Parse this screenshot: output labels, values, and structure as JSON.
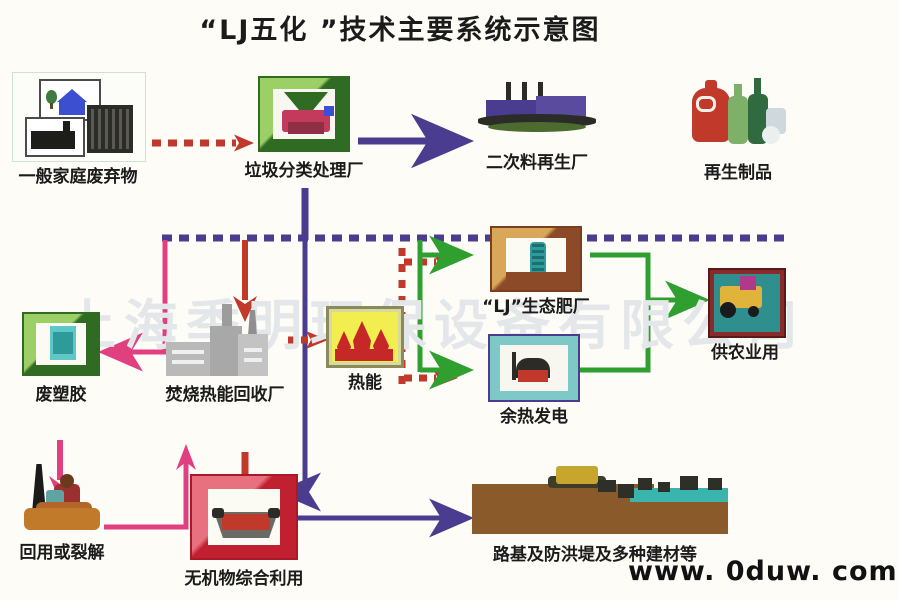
{
  "title": "“LJ五化 ”技术主要系统示意图",
  "watermarks": {
    "company": "上海季明环保设备有限公司",
    "url": "www. 0duw. com"
  },
  "colors": {
    "background": "#fdfcf7",
    "purple": "#4a3d8f",
    "red": "#c0392b",
    "pink": "#e0407f",
    "green": "#2fa02f",
    "title_text": "#1b1b1b",
    "watermark": "#e3e7ea"
  },
  "nodes": [
    {
      "id": "household-waste",
      "label": "一般家庭废弃物",
      "icon": "household-waste-collage-icon"
    },
    {
      "id": "sorting-plant",
      "label": "垃圾分类处理厂",
      "icon": "waste-sorting-plant-icon"
    },
    {
      "id": "secondary-material",
      "label": "二次料再生厂",
      "icon": "recycling-factory-icon"
    },
    {
      "id": "recycled-products",
      "label": "再生制品",
      "icon": "recycled-bottles-icon"
    },
    {
      "id": "waste-plastic",
      "label": "废塑胶",
      "icon": "waste-plastic-icon"
    },
    {
      "id": "incineration-plant",
      "label": "焚烧热能回收厂",
      "icon": "incineration-plant-icon"
    },
    {
      "id": "thermal-energy",
      "label": "热能",
      "icon": "flame-icon"
    },
    {
      "id": "eco-fertilizer-plant",
      "label": "“LJ”生态肥厂",
      "icon": "fertilizer-plant-icon"
    },
    {
      "id": "waste-heat-power",
      "label": "余热发电",
      "icon": "power-generation-icon"
    },
    {
      "id": "agricultural-use",
      "label": "供农业用",
      "icon": "tractor-icon"
    },
    {
      "id": "reuse-or-pyrolysis",
      "label": "回用或裂解",
      "icon": "worker-scrap-icon"
    },
    {
      "id": "inorganic-utilization",
      "label": "无机物综合利用",
      "icon": "inorganic-material-icon"
    },
    {
      "id": "roadbed-materials",
      "label": "路基及防洪堤及多种建材等",
      "icon": "embankment-icon"
    }
  ],
  "connections": [
    {
      "from": "household-waste",
      "to": "sorting-plant",
      "style": "dashed",
      "color": "#c0392b"
    },
    {
      "from": "sorting-plant",
      "to": "secondary-material",
      "style": "solid",
      "color": "#4a3d8f"
    },
    {
      "from": "sorting-plant",
      "to": "distribution-bus",
      "style": "solid",
      "color": "#4a3d8f"
    },
    {
      "from": "distribution-bus",
      "to": "waste-plastic",
      "style": "solid",
      "color": "#e0407f"
    },
    {
      "from": "distribution-bus",
      "to": "incineration-plant",
      "style": "solid",
      "color": "#c0392b"
    },
    {
      "from": "incineration-plant",
      "to": "thermal-energy",
      "style": "dashed",
      "color": "#c0392b"
    },
    {
      "from": "thermal-energy",
      "to": "eco-fertilizer-plant",
      "style": "dashed",
      "color": "#c0392b"
    },
    {
      "from": "thermal-energy",
      "to": "waste-heat-power",
      "style": "dashed",
      "color": "#c0392b"
    },
    {
      "from": "distribution-bus",
      "to": "eco-fertilizer-plant",
      "style": "solid",
      "color": "#2fa02f"
    },
    {
      "from": "distribution-bus",
      "to": "waste-heat-power",
      "style": "solid",
      "color": "#2fa02f"
    },
    {
      "from": "eco-fertilizer-plant",
      "to": "agricultural-use",
      "style": "solid",
      "color": "#2fa02f"
    },
    {
      "from": "waste-heat-power",
      "to": "agricultural-use",
      "style": "solid",
      "color": "#2fa02f"
    },
    {
      "from": "waste-plastic",
      "to": "reuse-or-pyrolysis",
      "style": "solid",
      "color": "#e0407f"
    },
    {
      "from": "reuse-or-pyrolysis",
      "to": "incineration-plant",
      "style": "solid",
      "color": "#e0407f"
    },
    {
      "from": "sorting-plant",
      "to": "inorganic-utilization",
      "style": "solid",
      "color": "#c0392b"
    },
    {
      "from": "thermal-energy-bus",
      "to": "inorganic-utilization",
      "style": "solid",
      "color": "#4a3d8f"
    },
    {
      "from": "inorganic-utilization",
      "to": "roadbed-materials",
      "style": "solid",
      "color": "#4a3d8f"
    }
  ]
}
